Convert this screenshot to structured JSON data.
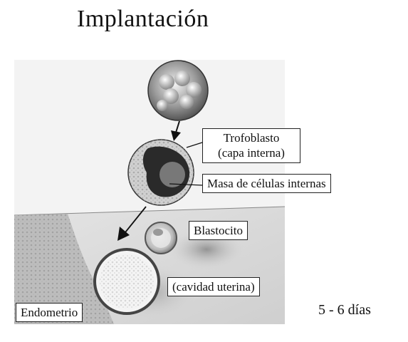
{
  "title": "Implantación",
  "labels": {
    "trophoblast_line1": "Trofoblasto",
    "trophoblast_line2": "(capa interna)",
    "inner_cell_mass": "Masa de células internas",
    "blastocyst": "Blastocito",
    "uterine_cavity": "(cavidad uterina)",
    "endometrium": "Endometrio"
  },
  "timeline": "5 - 6  días",
  "colors": {
    "background": "#ffffff",
    "tissue": "#d9d9d9",
    "ink": "#111111"
  }
}
